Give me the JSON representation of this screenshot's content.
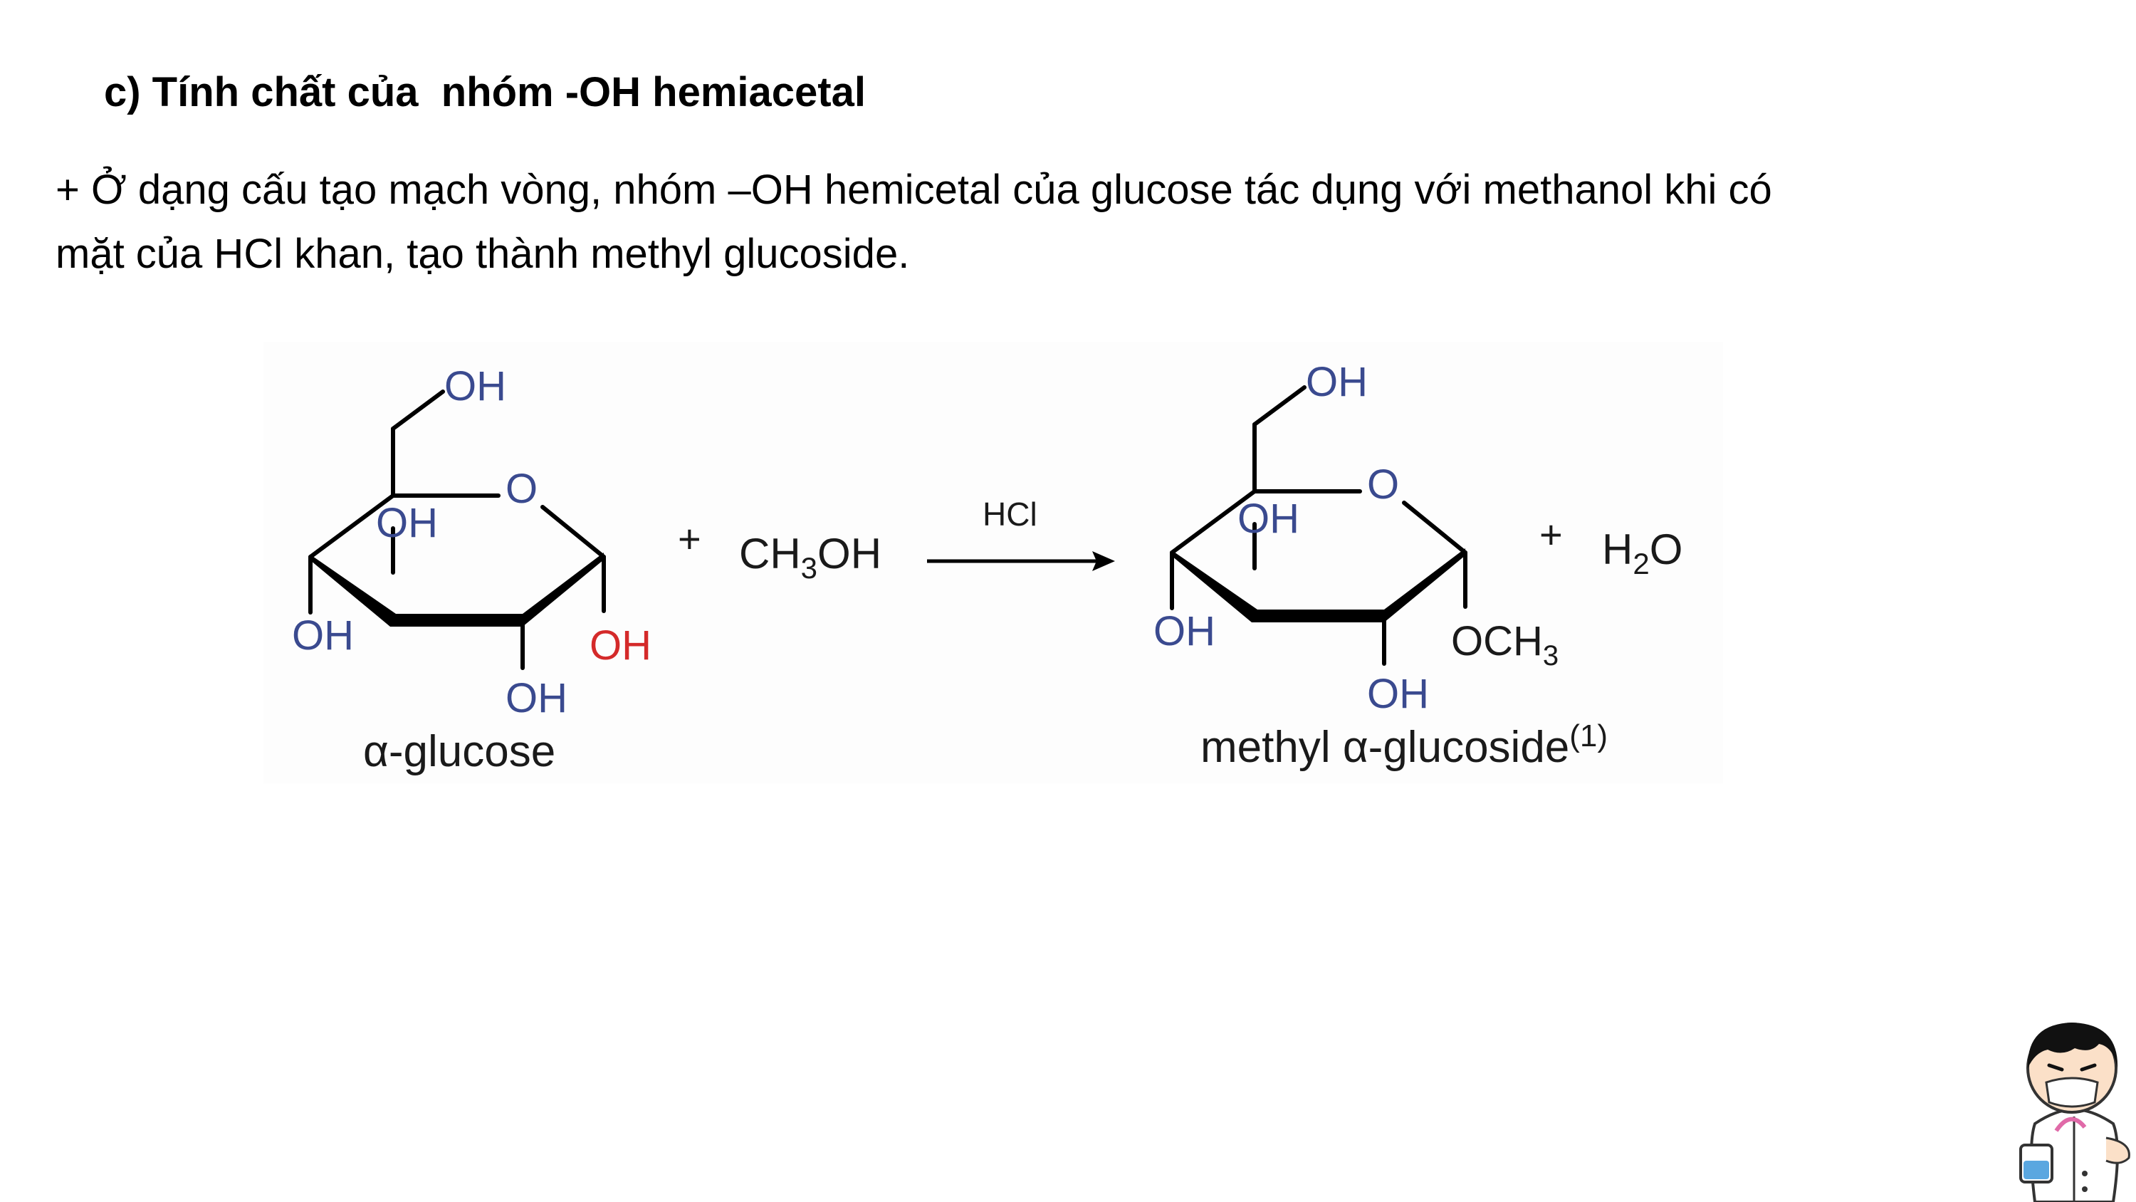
{
  "slide": {
    "heading": "c) Tính chất của  nhóm -OH hemiacetal",
    "paragraph_lines": [
      "+ Ở dạng cấu tạo mạch vòng, nhóm –OH hemicetal của glucose tác dụng với methanol khi có",
      "mặt của HCl khan, tạo thành methyl glucoside."
    ]
  },
  "reaction": {
    "reactant_name": "α-glucose",
    "plus1": "+",
    "reagent_main": "CH",
    "reagent_sub": "3",
    "reagent_tail": "OH",
    "catalyst": "HCl",
    "plus2": "+",
    "byproduct_main": "H",
    "byproduct_sub": "2",
    "byproduct_tail": "O",
    "product_name": "methyl α-glucoside",
    "product_superscript": "(1)",
    "ring_oxygen": "O",
    "hydroxyl": "OH",
    "methoxy_main": "OCH",
    "methoxy_sub": "3",
    "colors": {
      "group_label": "#3a4a8f",
      "reactive_hydroxyl": "#d42a2a",
      "bonds": "#000000"
    }
  },
  "decoration": {
    "mascot_icon": "scientist-mascot-icon"
  }
}
